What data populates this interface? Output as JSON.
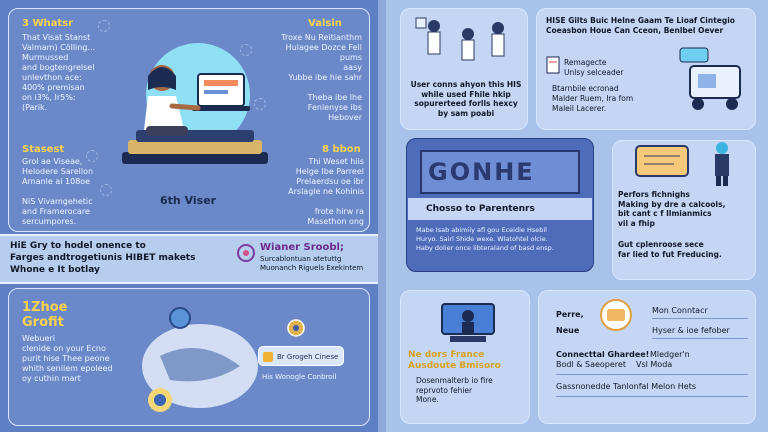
{
  "left": {
    "top_left": {
      "heading": "3 Whatsr",
      "body": "That Visat Stanst\nValmam) Cölling...\nMurmussed\nand bogtengrelsel\nunlevthon ace:\n400% premisan\non i3%, Ir5%:\n(Parik."
    },
    "top_right": {
      "heading": "Valsin",
      "body": "Troxe Nu Reitianthm\nHulagee Dozce Fell pums\naasy\nYubbe ibe hie sahr\n\nTheba ibe lhe\nFenlenyse ibs\nHebover"
    },
    "mid_left": {
      "heading": "Stasest",
      "body": "Grol ae Viseae,\nHelodere Sarellon\nArnanle ai 108oe\n\nNiS Vivamgehetic\nand Framerocare\nsercumpores."
    },
    "mid_right": {
      "heading": "8 bbon",
      "body": "Thi Weset hiis\nHelge Ibe Parreel\nPrelaerdsu oe ibr\nArslagle ne Kohinis\n\nfrote hirw ra\nMasethon ong"
    },
    "caption": "6th Viser",
    "band_left": "HiE Gry to hodel onence to\nFarges andtrogetiunis HIBET makets\nWhone e It botlay",
    "band_right_title": "Wianer Sroobl;",
    "band_right_body": "Surcablontuan atetuttg\nMuonanch Riguels Exekintem",
    "bottom_heading": "1Zhoe\nGrofit",
    "bottom_body": "Webueri\nclenide on your Ecno\npurit hise Thee peone\nwhith senilem epoleed\noy cuthin mart",
    "chip_label": "Br Grogeh Cinese",
    "chip_caption": "His Wonogle Conbroil"
  },
  "right": {
    "r1_left_text": "User conns ahyon this HIS\nwhile used Fhile hkip\nsopurerteed forlls hexcy\nby sam poabi",
    "r1_right_title": "HISE Gilts Buic Helne Gaam Te Lioaf Cintegio\nCoeasbon Houe Can Cceon, Benlbel Oever",
    "r1_right_a": "Remagecte\nUnlsy selceader",
    "r1_right_b": "Btarnbile ecronad\nMalder Ruem, Ira fom\nMaleil Lacerer.",
    "center_logo": "GONHE",
    "center_title": "Chosso to Parentenrs",
    "center_body": "Mabe Isab abimiiy afl gou Eceidie Hsebil\nHuryo. Sairl Shide wexe. Wlatohtel olcie.\nHaby dolier once libteraland of basd ensp.",
    "right_mid_a": "Perfors fichnighs\nMaking by dre a calcools,\nbit cant c f Ilmianmics\nvil a fhip",
    "right_mid_b": "Gut cplenroose sece\nfar lied to fut Freducing.",
    "bottom_left_title": "Ne dors France\nAusdoute Bmisoro",
    "bottom_left_body": "Dosenmalterb io fire\nreprvoto fehier\nMone.",
    "list": [
      {
        "k": "Perre,",
        "v": "Mon Conntacr"
      },
      {
        "k": "Neue",
        "v": "Hyser & ioe fefober"
      },
      {
        "k": "Connecttal Ghardee!",
        "v": "Mledger'n"
      },
      {
        "k": "Bodl & Saeoperet",
        "v": "Vsl Moda"
      },
      {
        "k": "Gassnonedde Tanlonfal Melon Hets",
        "v": ""
      }
    ]
  }
}
